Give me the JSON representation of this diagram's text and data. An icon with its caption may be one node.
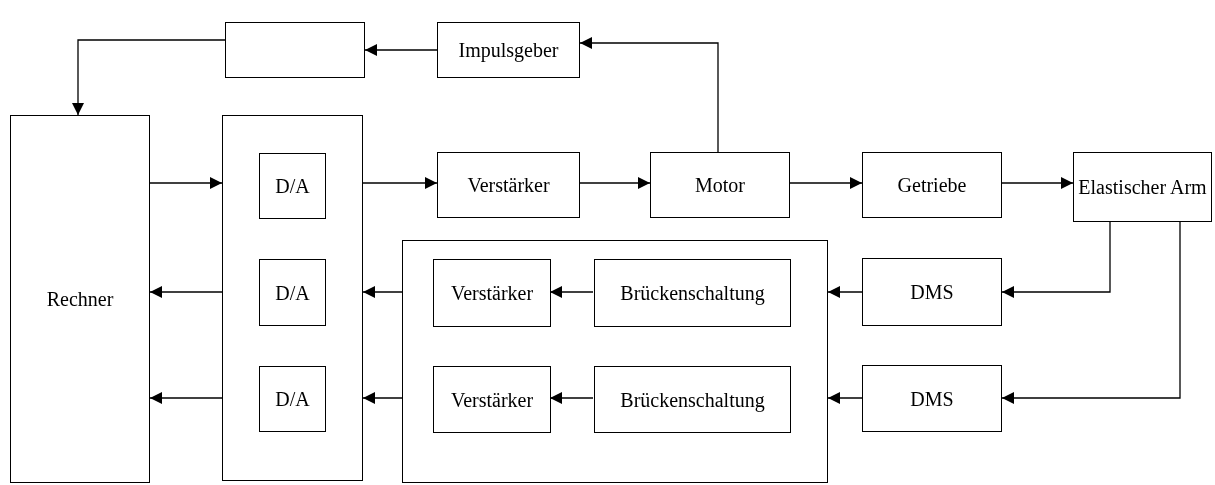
{
  "diagram": {
    "nodes": [
      {
        "text": [],
        "shape": "box"
      },
      {
        "text": [
          "Impulsgeber"
        ]
      },
      {
        "text": [
          "Rechner"
        ]
      },
      {
        "text": [],
        "shape": "box"
      },
      {
        "text": [
          "D/A"
        ],
        "in": 3
      },
      {
        "text": [
          "D/A"
        ],
        "in": 3
      },
      {
        "text": [
          "D/A"
        ],
        "in": 3
      },
      {
        "text": [
          "Verstärker"
        ]
      },
      {
        "text": [
          "Motor"
        ]
      },
      {
        "text": [
          "Getriebe"
        ]
      },
      {
        "text": [
          "Elastischer Arm"
        ]
      },
      {
        "text": [],
        "shape": "box"
      },
      {
        "text": [
          "Verstärker"
        ],
        "in": 11
      },
      {
        "text": [
          "Brückenschaltung"
        ],
        "in": 11
      },
      {
        "text": [
          "Verstärker"
        ],
        "in": 11
      },
      {
        "text": [
          "Brückenschaltung"
        ],
        "in": 11
      },
      {
        "text": [
          "DMS"
        ]
      },
      {
        "text": [
          "DMS"
        ]
      }
    ],
    "edges": [
      {
        "from": 1,
        "to": 0,
        "arrow": "to"
      },
      {
        "from": 0,
        "to": 2,
        "arrow": "to"
      },
      {
        "from": 8,
        "to": 1,
        "arrow": "to"
      },
      {
        "from": 2,
        "to": 3,
        "arrow": "to"
      },
      {
        "from": 3,
        "to": 7,
        "arrow": "to"
      },
      {
        "from": 7,
        "to": 8,
        "arrow": "to"
      },
      {
        "from": 8,
        "to": 9,
        "arrow": "to"
      },
      {
        "from": 9,
        "to": 10,
        "arrow": "to"
      },
      {
        "from": 3,
        "to": 2,
        "arrow": "to"
      },
      {
        "from": 3,
        "to": 2,
        "arrow": "to"
      },
      {
        "from": 11,
        "to": 3,
        "arrow": "to"
      },
      {
        "from": 11,
        "to": 3,
        "arrow": "to"
      },
      {
        "from": 13,
        "to": 12,
        "arrow": "to"
      },
      {
        "from": 15,
        "to": 14,
        "arrow": "to"
      },
      {
        "from": 16,
        "to": 11,
        "arrow": "to"
      },
      {
        "from": 17,
        "to": 11,
        "arrow": "to"
      },
      {
        "from": 10,
        "to": 16,
        "arrow": "to"
      },
      {
        "from": 10,
        "to": 17,
        "arrow": "to"
      }
    ]
  }
}
